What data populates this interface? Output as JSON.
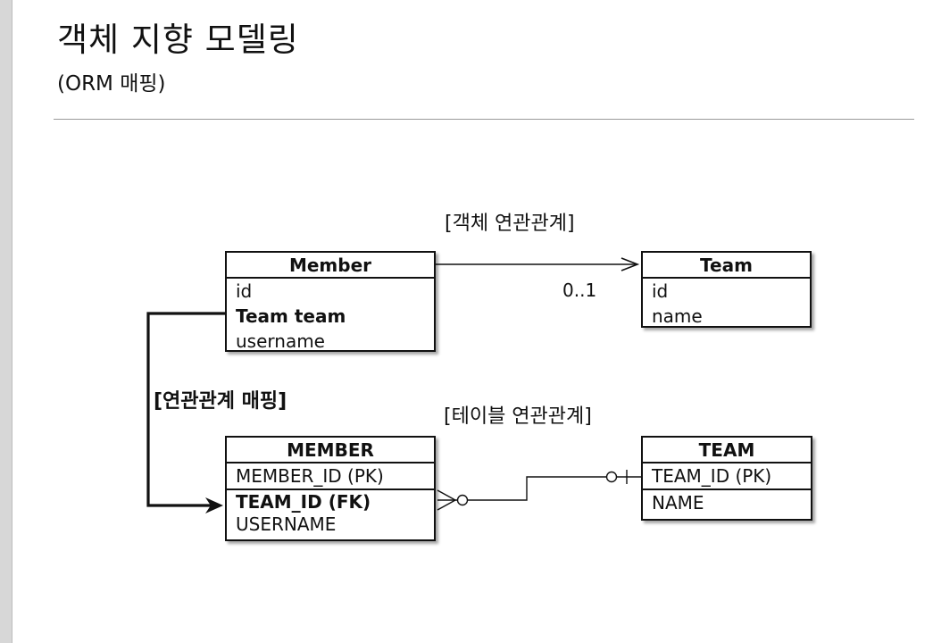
{
  "slide": {
    "title": "객체 지향 모델링",
    "subtitle": "(ORM 매핑)"
  },
  "captions": {
    "object_relation": "[객체 연관관계]",
    "mapping": "[연관관계 매핑]",
    "table_relation": "[테이블 연관관계]"
  },
  "object_model": {
    "member": {
      "name": "Member",
      "fields": [
        "id",
        "Team team",
        "username"
      ]
    },
    "team": {
      "name": "Team",
      "fields": [
        "id",
        "name"
      ]
    },
    "multiplicity": "0..1"
  },
  "table_model": {
    "member": {
      "name": "MEMBER",
      "pk": "MEMBER_ID (PK)",
      "fields": [
        "TEAM_ID (FK)",
        "USERNAME"
      ]
    },
    "team": {
      "name": "TEAM",
      "pk": "TEAM_ID (PK)",
      "fields": [
        "NAME"
      ]
    }
  }
}
